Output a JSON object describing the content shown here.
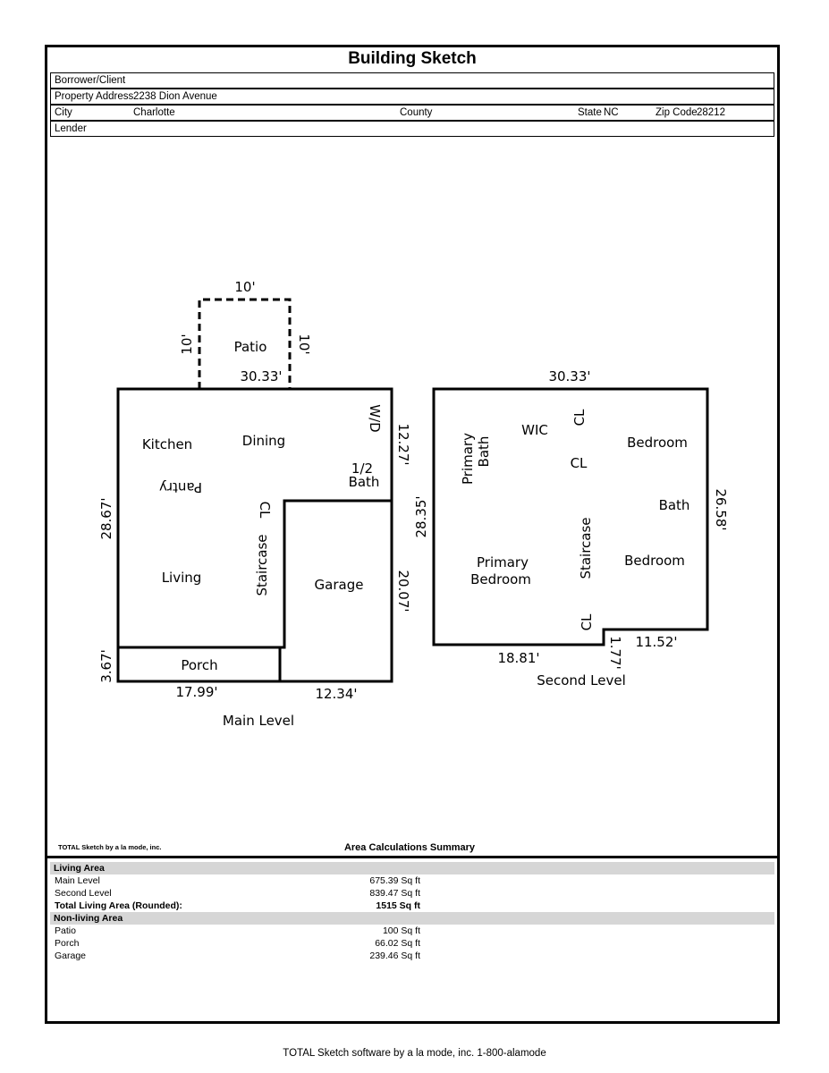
{
  "title": "Building Sketch",
  "header": {
    "borrower_label": "Borrower/Client",
    "property_label": "Property Address",
    "property_value": "2238 Dion Avenue",
    "city_label": "City",
    "city_value": "Charlotte",
    "county_label": "County",
    "state_label": "State",
    "state_value": "NC",
    "zip_label": "Zip Code",
    "zip_value": "28212",
    "lender_label": "Lender"
  },
  "sketch": {
    "patio": {
      "label": "Patio",
      "top": "10'",
      "left": "10'",
      "right": "10'"
    },
    "main": {
      "top": "30.33'",
      "left": "28.67'",
      "right_upper": "12.27'",
      "right_lower": "20.07'",
      "porch_side": "3.67'",
      "bottom_left": "17.99'",
      "bottom_right": "12.34'",
      "caption": "Main Level",
      "rooms": {
        "kitchen": "Kitchen",
        "dining": "Dining",
        "wd": "W/D",
        "pantry": "Pantry",
        "half": "1/2",
        "bath": "Bath",
        "cl": "CL",
        "staircase": "Staircase",
        "living": "Living",
        "garage": "Garage",
        "porch": "Porch"
      }
    },
    "second": {
      "top": "30.33'",
      "left": "28.35'",
      "right": "26.58'",
      "bottom_left": "18.81'",
      "bottom_right": "11.52'",
      "step": "1.77'",
      "caption": "Second Level",
      "rooms": {
        "primary_bath_1": "Primary",
        "primary_bath_2": "Bath",
        "wic": "WIC",
        "cl_top": "CL",
        "cl_mid": "CL",
        "bedroom_1": "Bedroom",
        "bath": "Bath",
        "primary_bed_1": "Primary",
        "primary_bed_2": "Bedroom",
        "staircase": "Staircase",
        "bedroom_2": "Bedroom",
        "cl_bottom": "CL"
      }
    }
  },
  "credit_small": "TOTAL Sketch by a la mode, inc.",
  "area_title": "Area Calculations Summary",
  "calculations": {
    "living_header": "Living Area",
    "main_label": "Main Level",
    "main_value": "675.39 Sq ft",
    "second_label": "Second Level",
    "second_value": "839.47 Sq ft",
    "total_label": "Total Living Area (Rounded):",
    "total_value": "1515 Sq ft",
    "nonliving_header": "Non-living Area",
    "patio_label": "Patio",
    "patio_value": "100 Sq ft",
    "porch_label": "Porch",
    "porch_value": "66.02 Sq ft",
    "garage_label": "Garage",
    "garage_value": "239.46 Sq ft"
  },
  "footer": "TOTAL Sketch software by a la mode, inc. 1-800-alamode"
}
